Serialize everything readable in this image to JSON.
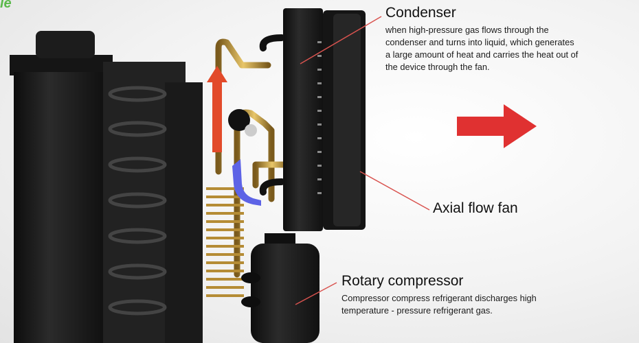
{
  "brand": {
    "mark": "le",
    "color": "#5bb94b"
  },
  "condenser": {
    "title": "Condenser",
    "description_lines": [
      "when high-pressure gas flows through the",
      "condenser and turns into liquid, which generates",
      "a large amount of heat and carries the heat out of",
      "the device through the fan."
    ]
  },
  "fan": {
    "title": "Axial flow fan"
  },
  "compressor": {
    "title": "Rotary compressor",
    "description_lines": [
      "Compressor compress refrigerant discharges high",
      "temperature - pressure refrigerant gas."
    ]
  },
  "colors": {
    "hot_arrow": "#e24a2a",
    "cold_arrow": "#5d63e6",
    "exhaust_arrow": "#e03131",
    "copper_tube": "#c9a44a",
    "body": "#1a1a1a",
    "leader_line": "#d9534f"
  },
  "icons": [
    "up-arrow-icon",
    "blue-curved-arrow-icon",
    "right-arrow-icon"
  ]
}
